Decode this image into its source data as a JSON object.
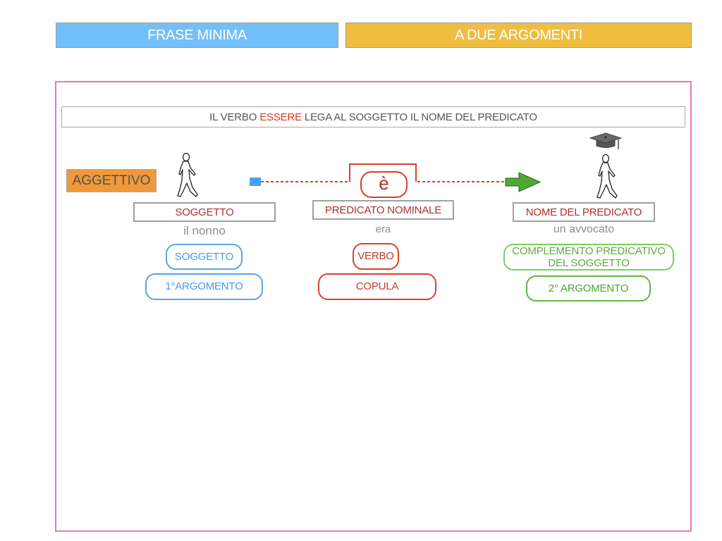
{
  "header": {
    "left_title": "FRASE MINIMA",
    "right_title": "A DUE ARGOMENTI"
  },
  "rule": {
    "before": "IL VERBO",
    "highlight": "ESSERE",
    "after": "LEGA AL SOGGETTO IL NOME DEL PREDICATO"
  },
  "aggettivo": "AGGETTIVO",
  "copula_symbol": "è",
  "soggetto": {
    "label": "SOGGETTO",
    "example": "il nonno",
    "role_pill": "SOGGETTO",
    "argument_pill": "1°ARGOMENTO",
    "icon": "walking-person-icon"
  },
  "predicato": {
    "label": "PREDICATO NOMINALE",
    "example": "era",
    "role_pill": "VERBO",
    "argument_pill": "COPULA"
  },
  "nome_del_predicato": {
    "label": "NOME DEL PREDICATO",
    "example": "un avvocato",
    "role_pill_line1": "COMPLEMENTO PREDICATIVO",
    "role_pill_line2": "DEL SOGGETTO",
    "argument_pill": "2° ARGOMENTO",
    "icon": "walking-person-icon",
    "hat_icon": "graduation-cap-icon"
  },
  "colors": {
    "blue_header": "#73bff9",
    "yellow_header": "#efbd40",
    "frame_pink": "#e57ab8",
    "orange": "#ef9a3a",
    "red": "#d8422e",
    "blue": "#5aa3ec",
    "green": "#7ccf5c",
    "arrow_green": "#4caa30"
  }
}
